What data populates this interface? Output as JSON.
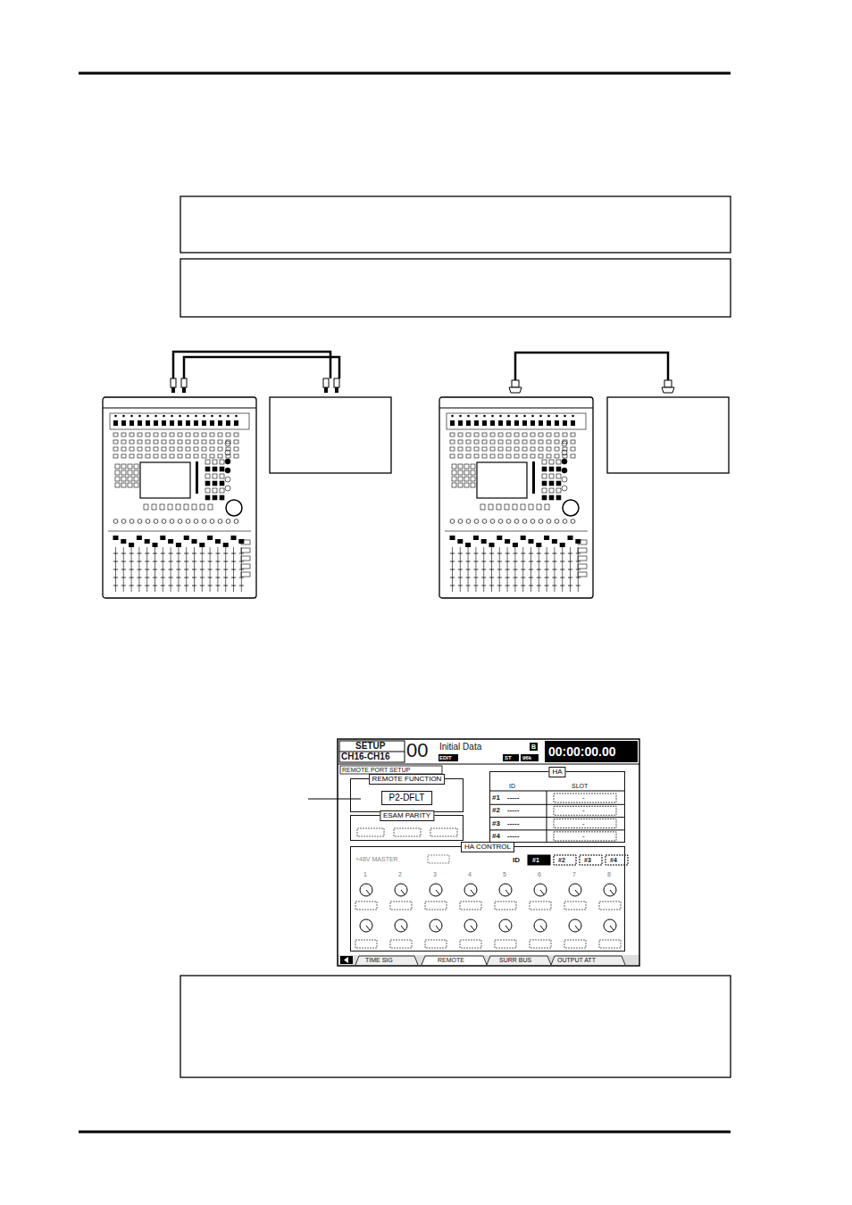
{
  "diagram": {
    "nodes": [
      {
        "text": [
          "REMOTE FUNCTION",
          "P2-DFLT"
        ]
      },
      {
        "text": [
          "ESAM PARITY"
        ]
      },
      {
        "text": [
          "HA"
        ]
      },
      {
        "text": [
          "HA CONTROL"
        ]
      }
    ],
    "labels": [
      "SETUP",
      "CH16-CH16",
      "00",
      "Initial Data",
      "EDIT",
      "ST",
      "96k",
      "00:00:00.00",
      "B",
      "REMOTE PORT SETUP",
      "ID",
      "SLOT",
      "#1",
      "-----",
      "-",
      "#2",
      "-----",
      "-",
      "#3",
      "-----",
      "-",
      "#4",
      "-----",
      "-",
      "+48V MASTER",
      "ID",
      "#1",
      "#2",
      "#3",
      "#4",
      "1",
      "2",
      "3",
      "4",
      "5",
      "6",
      "7",
      "8",
      "TIME SIG",
      "REMOTE",
      "SURR BUS",
      "OUTPUT ATT"
    ]
  }
}
